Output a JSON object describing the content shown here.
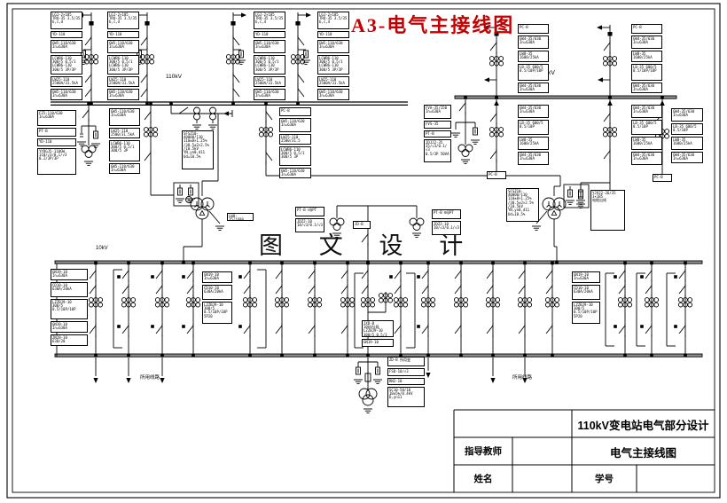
{
  "page": {
    "sheet_title": "A3-电气主接线图"
  },
  "voltage_labels": {
    "v110": "110kV",
    "v35": "35kV",
    "v10": "10kV"
  },
  "watermark": "图 文 设 计",
  "outgoing_labels": {
    "left": "所用线路",
    "right": "所用线路"
  },
  "title_block": {
    "project_title": "110kV变电站电气部分设计",
    "advisor_label": "指导教师",
    "drawing_title": "电气主接线图",
    "name_label": "姓名",
    "student_id_label": "学号"
  },
  "equipment": {
    "out110": [
      "LGJ-2×185\nTRQ-35 3.5/35\nb,c,d",
      "YD-110",
      "GW5-110/630\nIn=630A",
      "LCWB6-110\n300/5 0.5/1\nLCWB6-110\n300/5 3P/3P",
      "LW25-110\n2500A/31.5kA",
      "GW5-110/630\nIn=630A"
    ],
    "pt110": [
      "FZ5-110/630\nIn=630A",
      "PT-B",
      "YD-110",
      "YYDGJ5-110GW\n110/√3/0.1/√3\n0.2/3P/3P"
    ],
    "tr110": [
      "GW5-110/630\nIn=630A",
      "LW25-110\n2500/31.5kA",
      "LCWB6-110\n300/5 0.5/1\n300/5 3P",
      "GW5-110/630\nIn=630A"
    ],
    "tr110b": [
      "PC-B",
      "GW5-110/630\nIn=630A",
      "LW25-110\n2500/31.5",
      "LCWB6-110\n300/5 0.5/1\n300/5 3P",
      "GW5-110/630\nIn=630A"
    ],
    "t1spec": [
      "SFSZ10-40000/110\n110±8×1.25%\n/38.5±2×2.5%\n/10.5kV\nYN,yn0,d11\nUd=10.5%"
    ],
    "t2spec": [
      "SFSZ10-40000/110\n110±8×1.25%\n/38.5±2×2.5%\n/10.5kV\nYN,yn0,d11\nUd=10.5%"
    ],
    "tside": [
      "LW8-35/1600"
    ],
    "out35": [
      "PC-B",
      "GW4-35/630\nIn=630A",
      "LW8-35\n1600/25kA",
      "LB-35 600/5\n0.5/10P/10P",
      "GW4-35/630\nIn=630A"
    ],
    "below35": [
      "GW4-35/630\nIn=630A",
      "LB-35 600/5\n0.5/10P",
      "LW8-35\n1600/25kA",
      "GW4-35/630\nIn=630A"
    ],
    "pt35": [
      "FVA-35/150\nIn=630A",
      "FVS-35",
      "PT-B",
      "JDJJ2-35\n35/√3/0.1/√3\n0.5/3P 50VA"
    ],
    "cable35": [
      "YJV22-26/35\n3×185\n电缆出线"
    ],
    "colA10": [
      "GN19-10\nIn=630A",
      "CD10-10\n630A/20kA",
      "LZZBJ9-10\n300/5\n0.5/10P/10P",
      "GN19-10\nIn=630A",
      "ZN28-10\n630/20"
    ],
    "colB10": [
      "GN19-10\nIn=630A",
      "CD10-10\n630A/20kA",
      "LZZBJ9-10\n300/5\n0.5/10P/10P\n5P20"
    ],
    "center10": [
      "JXD-B\n10kV分段\nLZZBJ9-10\n300/5 0.5/3",
      "GN19-10"
    ],
    "station10": [
      "ZD-B 所用变",
      "FSD-10/√3",
      "RN2-10",
      "SC10-50/10\n10±5%/0.4kV\nD,yn11"
    ],
    "pt10a": [
      "PT-B Ⅰ母PT",
      "JDZJ-10\n10/√3/0.1/√3"
    ],
    "pt10b": [
      "PT-B Ⅱ母PT",
      "JDZJ-10\n10/√3/0.1/√3"
    ],
    "jd": [
      "JD-B"
    ],
    "pcb": [
      "PC-B"
    ]
  }
}
